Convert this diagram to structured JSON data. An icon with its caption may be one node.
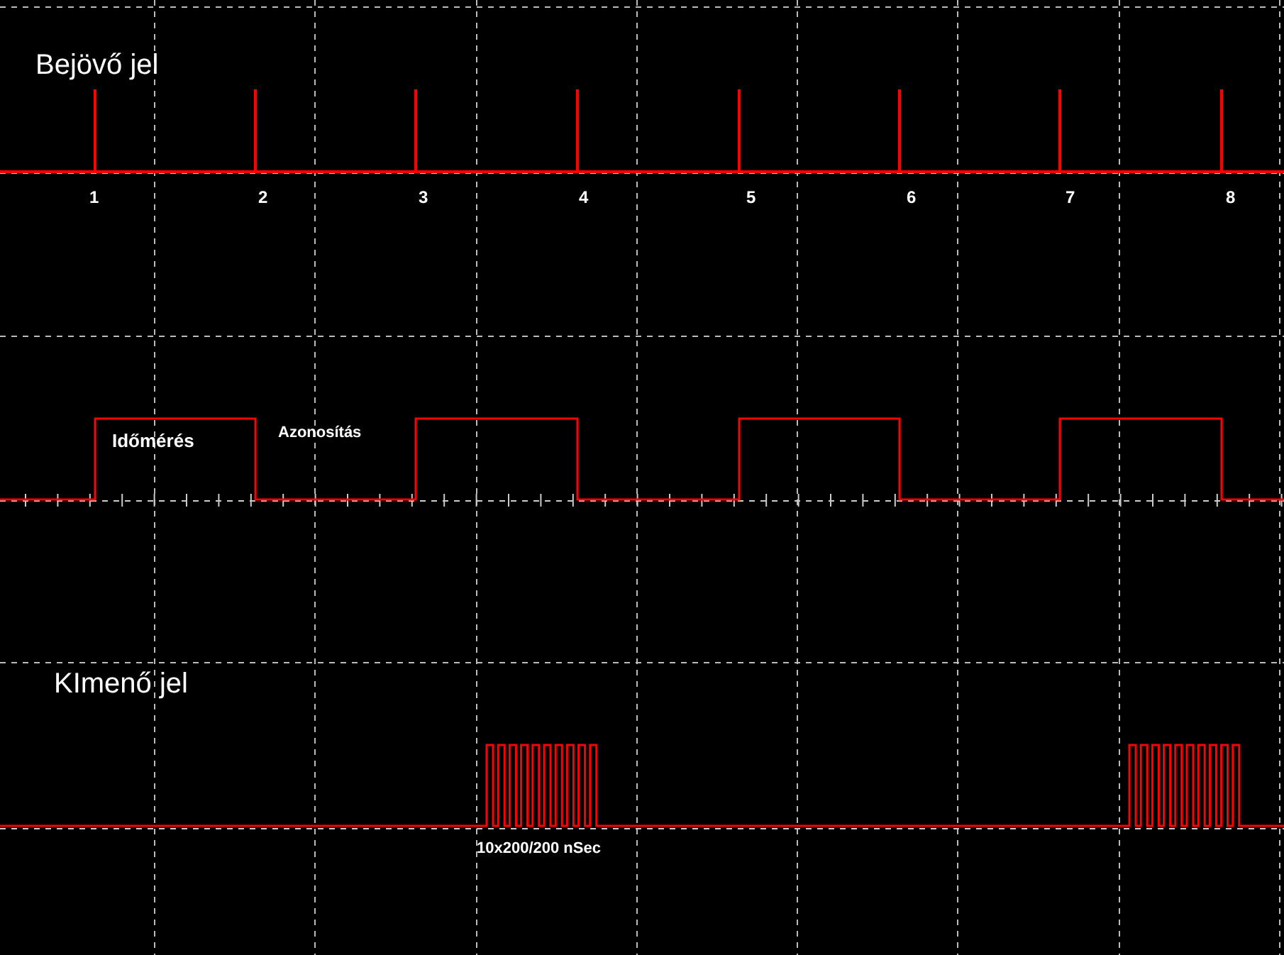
{
  "diagram": {
    "labels": [
      "Bejövő jel",
      "1",
      "2",
      "3",
      "4",
      "5",
      "6",
      "7",
      "8",
      "Időmérés",
      "Azonosítás",
      "KImenő jel",
      "10x200/200 nSec"
    ]
  }
}
